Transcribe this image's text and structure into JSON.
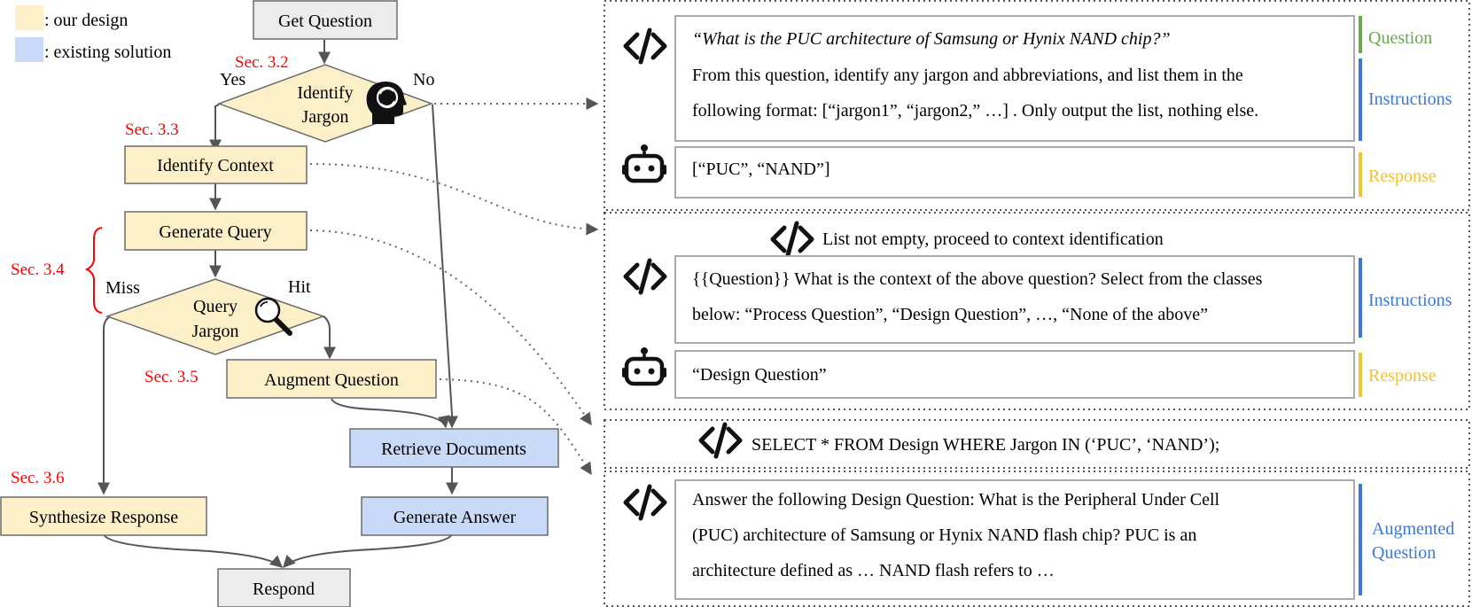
{
  "legend": {
    "our_design": ": our design",
    "existing_solution": ": existing solution",
    "our_design_color": "#fdf0c8",
    "existing_color": "#c9daf8"
  },
  "flow": {
    "get_question": "Get Question",
    "identify_jargon": [
      "Identify",
      "Jargon"
    ],
    "yes": "Yes",
    "no": "No",
    "identify_context": "Identify Context",
    "generate_query": "Generate Query",
    "query_jargon": [
      "Query",
      "Jargon"
    ],
    "miss": "Miss",
    "hit": "Hit",
    "augment_question": "Augment Question",
    "retrieve_documents": "Retrieve Documents",
    "generate_answer": "Generate Answer",
    "synthesize_response": "Synthesize Response",
    "respond": "Respond"
  },
  "sections": {
    "s32": "Sec. 3.2",
    "s33": "Sec. 3.3",
    "s34": "Sec. 3.4",
    "s35": "Sec. 3.5",
    "s36": "Sec. 3.6",
    "color": "#ff0000"
  },
  "panel1": {
    "prompt_line1": "“What is the PUC architecture of Samsung or Hynix NAND chip?”",
    "prompt_line2": "From this question, identify any jargon and abbreviations, and list them in the",
    "prompt_line3": "following format: [“jargon1”, “jargon2,” …] . Only output the list, nothing else.",
    "response": "[“PUC”, “NAND”]",
    "label_question": "Question",
    "label_instructions": "Instructions",
    "label_response": "Response"
  },
  "panel2": {
    "header": "List not empty, proceed to context identification",
    "prompt_line1": "{{Question}} What is the context of the above question? Select from the classes",
    "prompt_line2": "below: “Process Question”,  “Design Question”, …, “None of the above”",
    "response": "“Design Question”",
    "label_instructions": "Instructions",
    "label_response": "Response"
  },
  "panel3": {
    "sql": "SELECT * FROM Design WHERE Jargon IN (‘PUC’, ‘NAND’);"
  },
  "panel4": {
    "line1": "Answer the following Design Question: What is the Peripheral Under Cell",
    "line2": "(PUC) architecture of Samsung or Hynix NAND flash chip? PUC is an",
    "line3": "architecture defined as … NAND flash refers to …",
    "label": [
      "Augmented",
      "Question"
    ]
  },
  "colors": {
    "green": "#6aa84f",
    "blue": "#3c78d8",
    "yellow": "#f1c232"
  }
}
